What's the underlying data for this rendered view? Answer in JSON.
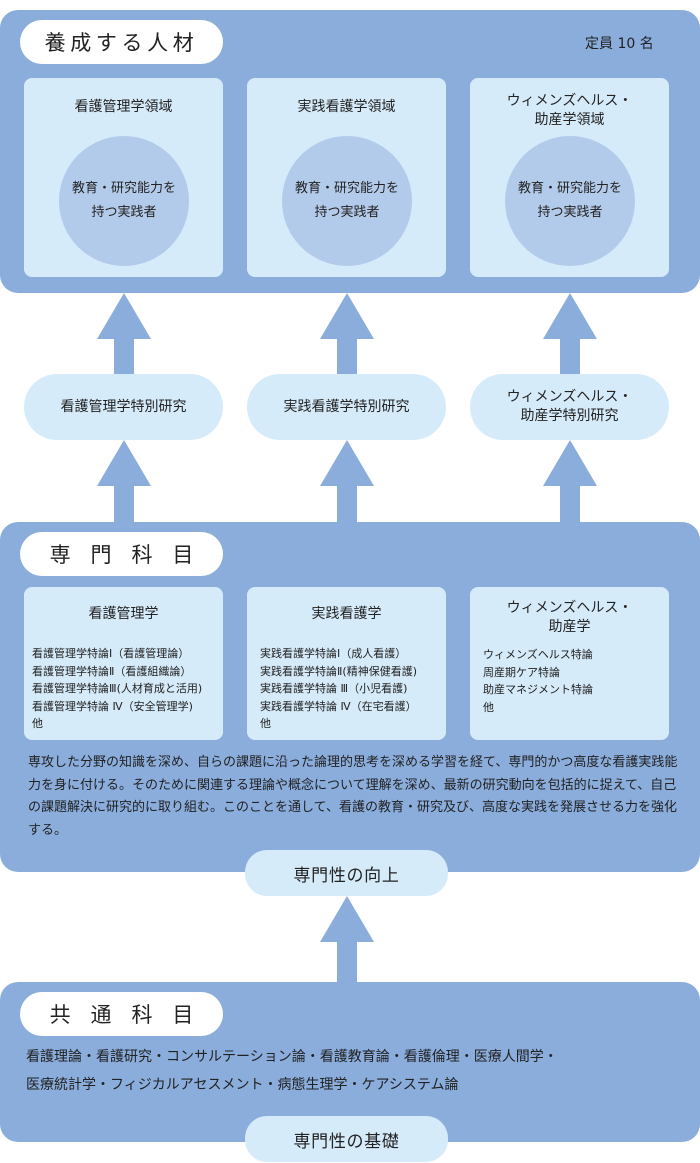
{
  "top": {
    "title": "養成する人材",
    "capacity": "定員 10 名",
    "areas": [
      {
        "name": "看護管理学領域",
        "circle": "教育・研究能力を\n持つ実践者"
      },
      {
        "name": "実践看護学領域",
        "circle": "教育・研究能力を\n持つ実践者"
      },
      {
        "name": "ウィメンズヘルス・\n助産学領域",
        "circle": "教育・研究能力を\n持つ実践者"
      }
    ]
  },
  "special_research": [
    "看護管理学特別研究",
    "実践看護学特別研究",
    "ウィメンズヘルス・\n助産学特別研究"
  ],
  "specialized": {
    "title": "専門科目",
    "cards": [
      {
        "name": "看護管理学",
        "courses": [
          "看護管理学特論Ⅰ（看護管理論）",
          "看護管理学特論Ⅱ（看護組織論）",
          "看護管理学特論Ⅲ(人材育成と活用)",
          "看護管理学特論 Ⅳ（安全管理学)",
          "他"
        ]
      },
      {
        "name": "実践看護学",
        "courses": [
          "実践看護学特論Ⅰ（成人看護）",
          "実践看護学特論Ⅱ(精神保健看護)",
          "実践看護学特論 Ⅲ（小児看護)",
          "実践看護学特論 Ⅳ（在宅看護）",
          "他"
        ]
      },
      {
        "name": "ウィメンズヘルス・\n助産学",
        "courses": [
          "ウィメンズヘルス特論",
          "周産期ケア特論",
          "助産マネジメント特論",
          "他"
        ]
      }
    ],
    "description": "専攻した分野の知識を深め、自らの課題に沿った論理的思考を深める学習を経て、専門的かつ高度な看護実践能力を身に付ける。そのために関連する理論や概念について理解を深め、最新の研究動向を包括的に捉えて、自己の課題解決に研究的に取り組む。このことを通して、看護の教育・研究及び、高度な実践を発展させる力を強化する。",
    "band": "専門性の向上"
  },
  "common": {
    "title": "共通科目",
    "subjects_line1": "看護理論・看護研究・コンサルテーション論・看護教育論・看護倫理・医療人間学・",
    "subjects_line2": "医療統計学・フィジカルアセスメント・病態生理学・ケアシステム論",
    "band": "専門性の基礎"
  },
  "colors": {
    "section": "#8aaddc",
    "card": "#d5ebfa",
    "circle": "#b3cbea"
  }
}
